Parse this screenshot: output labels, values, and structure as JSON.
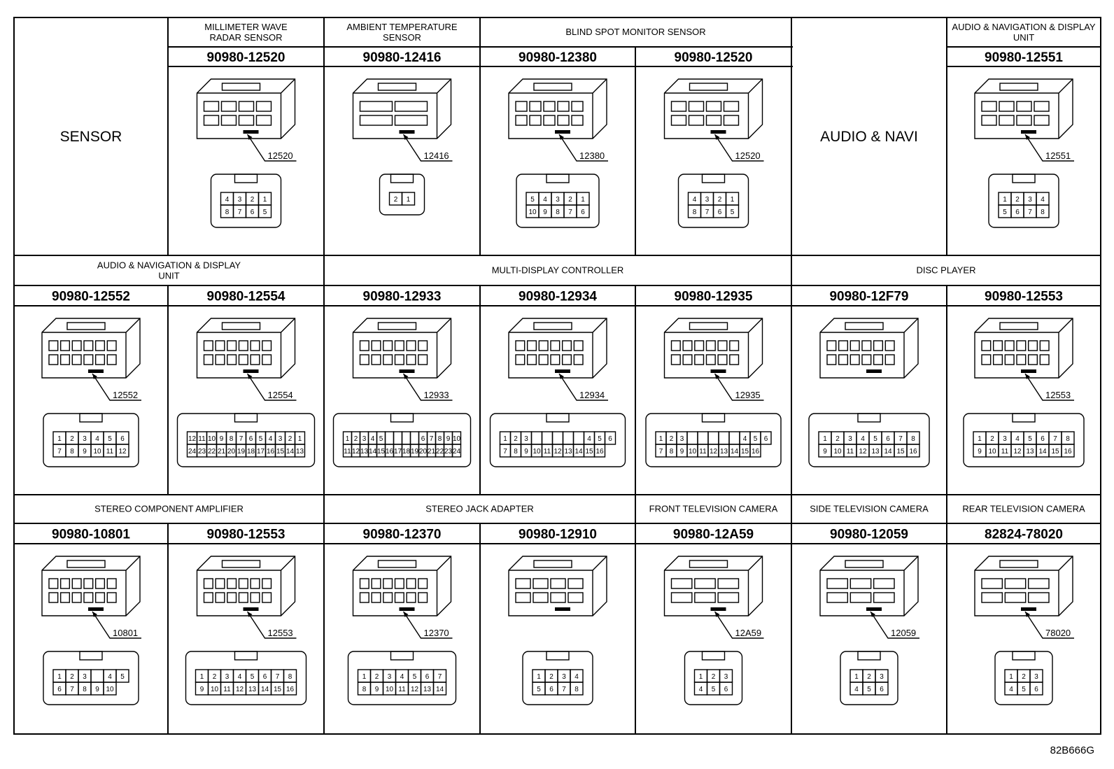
{
  "figure_code": "82B666G",
  "rows": [
    {
      "left_label": "SENSOR",
      "right_label": "AUDIO & NAVI",
      "headers": [
        {
          "text": "MILLIMETER WAVE|RADAR SENSOR"
        },
        {
          "text": "AMBIENT TEMPERATURE|SENSOR"
        },
        {
          "text": "BLIND SPOT MONITOR SENSOR"
        },
        {
          "text": "AUDIO & NAVIGATION & DISPLAY|UNIT"
        }
      ],
      "cells": [
        {
          "part": "90980-12520",
          "code": "12520",
          "pins": [
            "4",
            "3",
            "2",
            "1",
            "8",
            "7",
            "6",
            "5"
          ],
          "rows": 2
        },
        {
          "part": "90980-12416",
          "code": "12416",
          "pins": [
            "2",
            "1"
          ],
          "rows": 1
        },
        {
          "part": "90980-12380",
          "code": "12380",
          "pins": [
            "5",
            "4",
            "3",
            "2",
            "1",
            "10",
            "9",
            "8",
            "7",
            "6"
          ],
          "rows": 2
        },
        {
          "part": "90980-12520",
          "code": "12520",
          "pins": [
            "4",
            "3",
            "2",
            "1",
            "8",
            "7",
            "6",
            "5"
          ],
          "rows": 2
        },
        {
          "part": "90980-12551",
          "code": "12551",
          "pins": [
            "1",
            "2",
            "3",
            "4",
            "5",
            "6",
            "7",
            "8"
          ],
          "rows": 2
        }
      ]
    },
    {
      "headers": [
        {
          "text": "AUDIO & NAVIGATION & DISPLAY|UNIT"
        },
        {
          "text": "MULTI-DISPLAY CONTROLLER"
        },
        {
          "text": "DISC PLAYER"
        }
      ],
      "cells": [
        {
          "part": "90980-12552",
          "code": "12552",
          "pins": [
            "1",
            "2",
            "3",
            "4",
            "5",
            "6",
            "7",
            "8",
            "9",
            "10",
            "11",
            "12"
          ],
          "rows": 2
        },
        {
          "part": "90980-12554",
          "code": "12554",
          "pins": [
            "12",
            "11",
            "10",
            "9",
            "8",
            "7",
            "6",
            "5",
            "4",
            "3",
            "2",
            "1",
            "24",
            "23",
            "22",
            "21",
            "20",
            "19",
            "18",
            "17",
            "16",
            "15",
            "14",
            "13"
          ],
          "rows": 2
        },
        {
          "part": "90980-12933",
          "code": "12933",
          "pins": [
            "1",
            "2",
            "3",
            "4",
            "5",
            "",
            "",
            "",
            "",
            "6",
            "7",
            "8",
            "9",
            "10",
            "11",
            "12",
            "13",
            "14",
            "15",
            "16",
            "17",
            "18",
            "19",
            "20",
            "21",
            "22",
            "23",
            "24"
          ],
          "rows": 2
        },
        {
          "part": "90980-12934",
          "code": "12934",
          "pins": [
            "1",
            "2",
            "3",
            "",
            "",
            "",
            "",
            "",
            "4",
            "5",
            "6",
            "7",
            "8",
            "9",
            "10",
            "11",
            "12",
            "13",
            "14",
            "15",
            "16"
          ],
          "rows": 2
        },
        {
          "part": "90980-12935",
          "code": "12935",
          "pins": [
            "1",
            "2",
            "3",
            "",
            "",
            "",
            "",
            "",
            "4",
            "5",
            "6",
            "7",
            "8",
            "9",
            "10",
            "11",
            "12",
            "13",
            "14",
            "15",
            "16"
          ],
          "rows": 2
        },
        {
          "part": "90980-12F79",
          "code": "",
          "pins": [
            "1",
            "2",
            "3",
            "4",
            "5",
            "6",
            "7",
            "8",
            "9",
            "10",
            "11",
            "12",
            "13",
            "14",
            "15",
            "16"
          ],
          "rows": 2
        },
        {
          "part": "90980-12553",
          "code": "12553",
          "pins": [
            "1",
            "2",
            "3",
            "4",
            "5",
            "6",
            "7",
            "8",
            "9",
            "10",
            "11",
            "12",
            "13",
            "14",
            "15",
            "16"
          ],
          "rows": 2
        }
      ]
    },
    {
      "headers": [
        {
          "text": "STEREO COMPONENT AMPLIFIER"
        },
        {
          "text": "STEREO JACK ADAPTER"
        },
        {
          "text": "FRONT TELEVISION CAMERA"
        },
        {
          "text": "SIDE TELEVISION CAMERA"
        },
        {
          "text": "REAR TELEVISION CAMERA"
        }
      ],
      "cells": [
        {
          "part": "90980-10801",
          "code": "10801",
          "pins": [
            "1",
            "2",
            "3",
            "",
            "4",
            "5",
            "6",
            "7",
            "8",
            "9",
            "10"
          ],
          "rows": 2
        },
        {
          "part": "90980-12553",
          "code": "12553",
          "pins": [
            "1",
            "2",
            "3",
            "4",
            "5",
            "6",
            "7",
            "8",
            "9",
            "10",
            "11",
            "12",
            "13",
            "14",
            "15",
            "16"
          ],
          "rows": 2
        },
        {
          "part": "90980-12370",
          "code": "12370",
          "pins": [
            "1",
            "2",
            "3",
            "4",
            "5",
            "6",
            "7",
            "8",
            "9",
            "10",
            "11",
            "12",
            "13",
            "14"
          ],
          "rows": 2
        },
        {
          "part": "90980-12910",
          "code": "",
          "pins": [
            "1",
            "2",
            "3",
            "4",
            "5",
            "6",
            "7",
            "8"
          ],
          "rows": 2
        },
        {
          "part": "90980-12A59",
          "code": "12A59",
          "pins": [
            "1",
            "2",
            "3",
            "4",
            "5",
            "6"
          ],
          "rows": 2
        },
        {
          "part": "90980-12059",
          "code": "12059",
          "pins": [
            "1",
            "2",
            "3",
            "4",
            "5",
            "6"
          ],
          "rows": 2
        },
        {
          "part": "82824-78020",
          "code": "78020",
          "pins": [
            "1",
            "2",
            "3",
            "4",
            "5",
            "6"
          ],
          "rows": 2
        }
      ]
    }
  ]
}
